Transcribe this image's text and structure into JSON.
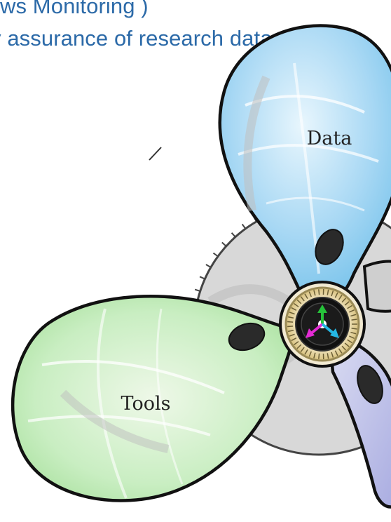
{
  "heading": {
    "line1": "ws Monitoring )",
    "line2": "y assurance of research data",
    "color": "#2c6aa8"
  },
  "propeller": {
    "blades": [
      {
        "label": "Data",
        "color": "#a8d8f4"
      },
      {
        "label": "Tools",
        "color": "#c9eec2"
      },
      {
        "label": "",
        "color": "#c9cbe9"
      }
    ],
    "hub_arrow_colors": [
      "#26c23a",
      "#e42bd4",
      "#25b7e4"
    ]
  }
}
